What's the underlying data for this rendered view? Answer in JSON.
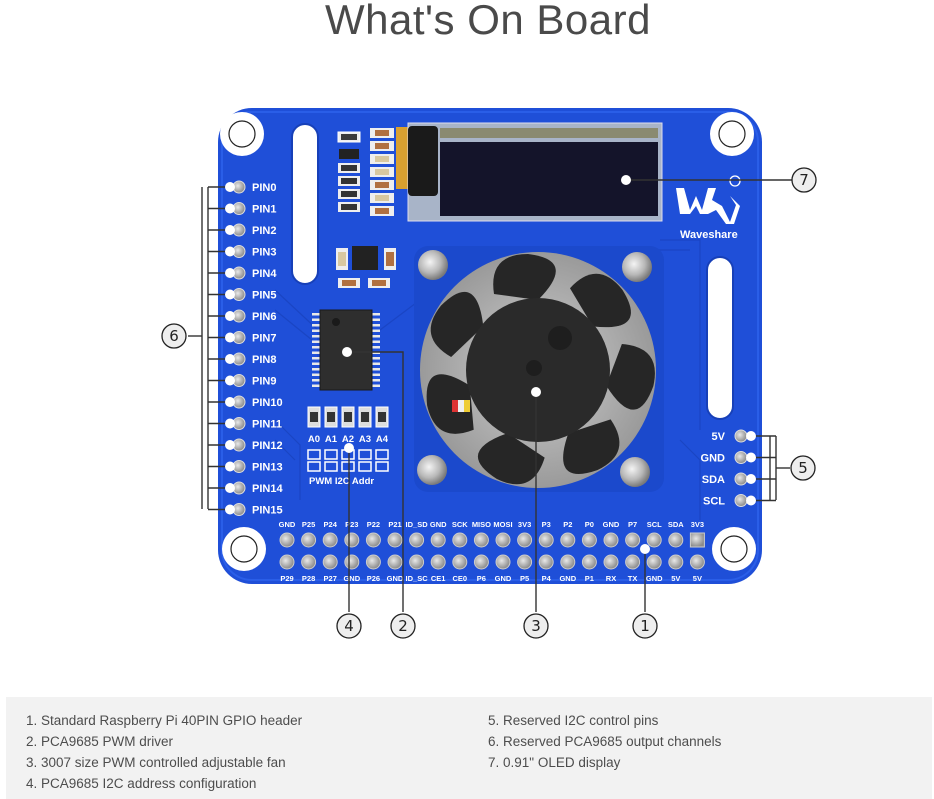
{
  "page": {
    "title": "What's On Board"
  },
  "board": {
    "brand": "Waveshare",
    "colors": {
      "pcb": "#1f4fd8",
      "pcb_dark": "#1740b8",
      "silkscreen": "#ffffff",
      "oled": "#14142a",
      "fan": "#2a2a2a",
      "legend_bg": "#f2f2f2"
    },
    "pwm_pins": [
      "PIN0",
      "PIN1",
      "PIN2",
      "PIN3",
      "PIN4",
      "PIN5",
      "PIN6",
      "PIN7",
      "PIN8",
      "PIN9",
      "PIN10",
      "PIN11",
      "PIN12",
      "PIN13",
      "PIN14",
      "PIN15"
    ],
    "i2c_pins": [
      "5V",
      "GND",
      "SDA",
      "SCL"
    ],
    "address_jumpers": [
      "A0",
      "A1",
      "A2",
      "A3",
      "A4"
    ],
    "address_label": "PWM I2C Addr",
    "gpio_top_labels": [
      "GND",
      "P25",
      "P24",
      "P23",
      "P22",
      "P21",
      "ID_SD",
      "GND",
      "SCK",
      "MISO",
      "MOSI",
      "3V3",
      "P3",
      "P2",
      "P0",
      "GND",
      "P7",
      "SCL",
      "SDA",
      "3V3"
    ],
    "gpio_bottom_labels": [
      "P29",
      "P28",
      "P27",
      "GND",
      "P26",
      "GND",
      "ID_SC",
      "CE1",
      "CE0",
      "P6",
      "GND",
      "P5",
      "P4",
      "GND",
      "P1",
      "RX",
      "TX",
      "GND",
      "5V",
      "5V"
    ]
  },
  "callouts": [
    {
      "num": "①",
      "id": "1"
    },
    {
      "num": "②",
      "id": "2"
    },
    {
      "num": "③",
      "id": "3"
    },
    {
      "num": "④",
      "id": "4"
    },
    {
      "num": "⑤",
      "id": "5"
    },
    {
      "num": "⑥",
      "id": "6"
    },
    {
      "num": "⑦",
      "id": "7"
    }
  ],
  "legend": {
    "left": [
      "1. Standard Raspberry Pi 40PIN GPIO header",
      "2. PCA9685 PWM driver",
      "3. 3007 size PWM controlled adjustable fan",
      "4. PCA9685 I2C address configuration"
    ],
    "right": [
      "5. Reserved I2C control pins",
      "6. Reserved PCA9685 output channels",
      "7. 0.91\" OLED display"
    ]
  }
}
